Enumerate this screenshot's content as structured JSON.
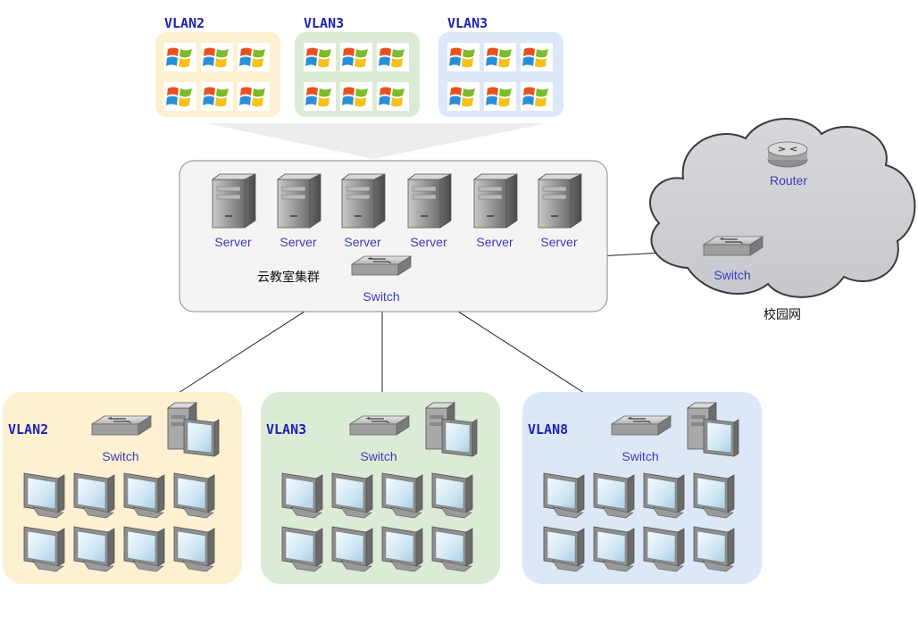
{
  "top_groups": [
    {
      "label": "VLAN2",
      "color": "#fdf1d2"
    },
    {
      "label": "VLAN3",
      "color": "#dcebd6"
    },
    {
      "label": "VLAN3",
      "color": "#dce8f8"
    }
  ],
  "cluster": {
    "label": "云教室集群",
    "servers": [
      {
        "label": "Server"
      },
      {
        "label": "Server"
      },
      {
        "label": "Server"
      },
      {
        "label": "Server"
      },
      {
        "label": "Server"
      },
      {
        "label": "Server"
      }
    ],
    "switch_label": "Switch",
    "color": "#f4f4f4"
  },
  "campus": {
    "label": "校园网",
    "router_label": "Router",
    "switch_label": "Switch",
    "color": "#cdcfd4"
  },
  "bottom_groups": [
    {
      "label": "VLAN2",
      "switch_label": "Switch",
      "color": "#fdf1d2"
    },
    {
      "label": "VLAN3",
      "switch_label": "Switch",
      "color": "#dcebd6"
    },
    {
      "label": "VLAN8",
      "switch_label": "Switch",
      "color": "#dce8f8"
    }
  ],
  "icons": {
    "windows": "windows-logo-icon",
    "server": "server-tower-icon",
    "switch": "network-switch-icon",
    "router": "router-icon",
    "workstation": "workstation-icon",
    "monitor": "monitor-icon"
  }
}
